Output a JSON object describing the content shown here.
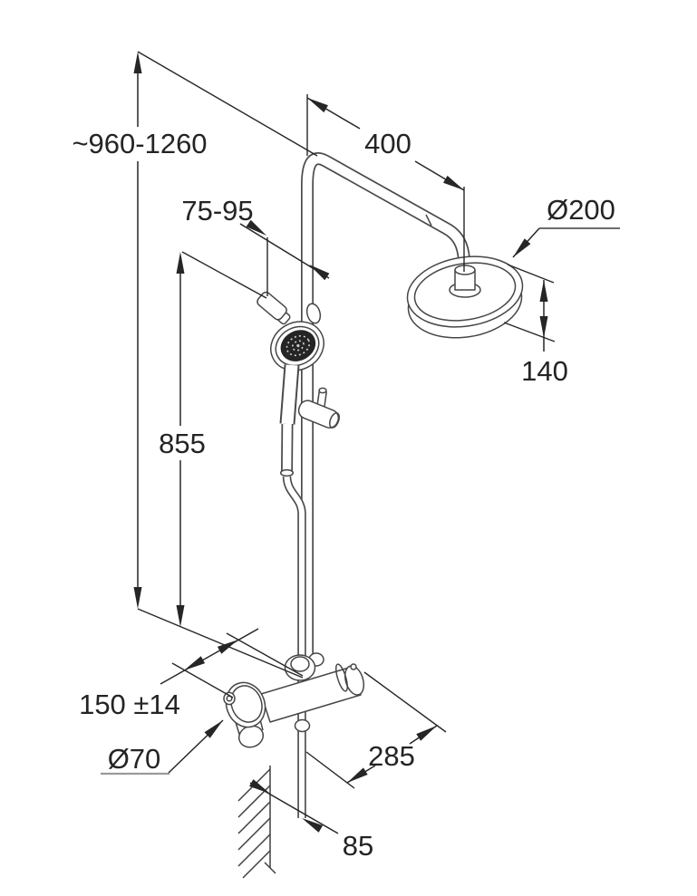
{
  "drawing": {
    "type": "shower-system-technical-drawing",
    "background_color": "#ffffff",
    "line_color": "#262626",
    "product_line_color": "#464646",
    "dimensions": {
      "height_range": "~960-1260",
      "arm_length": "400",
      "head_diameter": "Ø200",
      "holder_offset": "75-95",
      "head_drop": "140",
      "rail_height": "855",
      "valve_offset": "150 ±14",
      "handle_diameter": "Ø70",
      "projection": "285",
      "wall_distance": "85"
    }
  }
}
